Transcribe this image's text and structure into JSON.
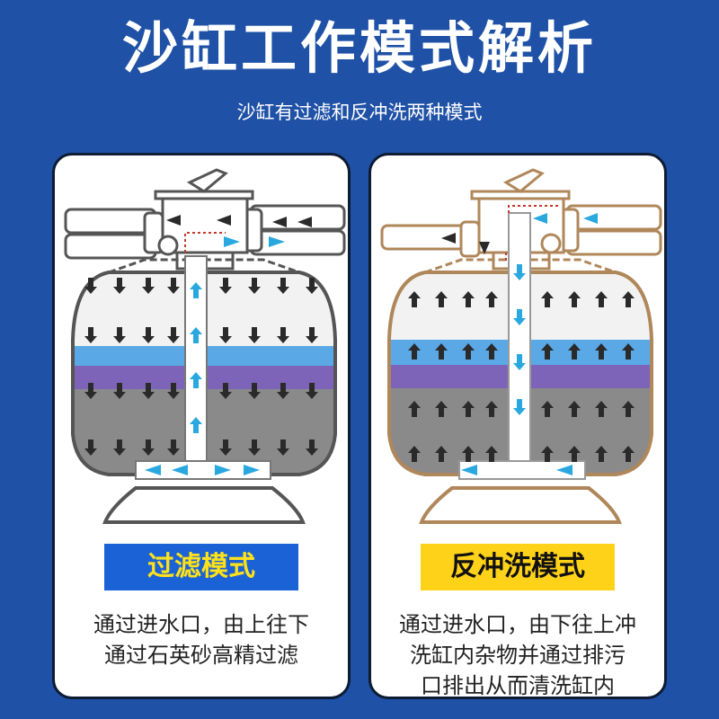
{
  "header": {
    "title": "沙缸工作模式解析",
    "subtitle": "沙缸有过滤和反冲洗两种模式"
  },
  "filter_mode": {
    "label": "过滤模式",
    "desc_line1": "通过进水口，由上往下",
    "desc_line2": "通过石英砂高精过滤",
    "outline_color": "#6a6a6a"
  },
  "backwash_mode": {
    "label": "反冲洗模式",
    "desc_line1": "通过进水口，由下往上冲",
    "desc_line2": "洗缸内杂物并通过排污",
    "desc_line3": "口排出从而清洗缸内",
    "outline_color": "#b0875a"
  },
  "colors": {
    "background": "#1f51a6",
    "water_layer": "#5aa9e6",
    "sand_layer": "#7e64b8",
    "gravel_layer": "#8a8a8a",
    "flow_arrow": "#29a8e0",
    "pressure_arrow": "#2a2a2a"
  }
}
